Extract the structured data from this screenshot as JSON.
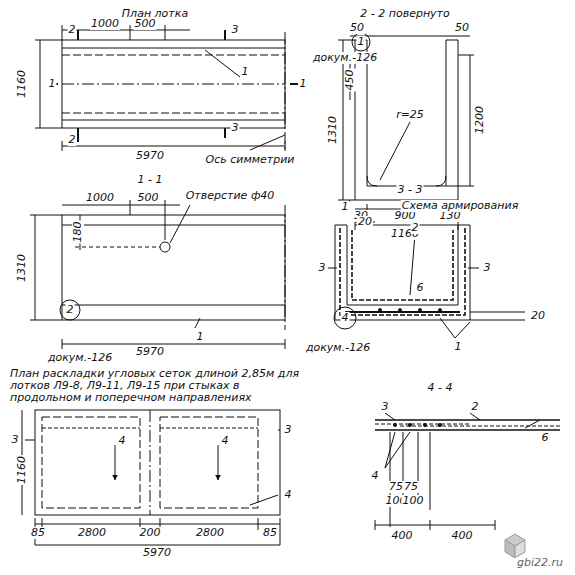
{
  "diagram": {
    "labels": [
      "План лотка",
      "2",
      "1000",
      "500",
      "3",
      "1",
      "1",
      "1",
      "1160",
      "2",
      "3",
      "5970",
      "Ось симметрии",
      "2 - 2 повернуто",
      "50",
      "50",
      "1",
      "докум.-126",
      "450",
      "1310",
      "1200",
      "r=25",
      "1",
      "30",
      "900",
      "130",
      "1160",
      "1 - 1",
      "1000",
      "500",
      "Отверстие ф40",
      "180",
      "1310",
      "2",
      "докум.-126",
      "1",
      "5970",
      "3 - 3",
      "Схема армирования",
      "20",
      "2",
      "3",
      "3",
      "6",
      "4",
      "докум.-126",
      "1",
      "20",
      "План раскладки угловых сеток длиной 2,85м для лотков Л9-8, Л9-11, Л9-15 при стыках в продольном и поперечном направлениях",
      "4 - 4",
      "3",
      "3",
      "1160",
      "4",
      "4",
      "4",
      "85",
      "2800",
      "200",
      "2800",
      "85",
      "5970",
      "3",
      "2",
      "6",
      "4",
      "75",
      "75",
      "100",
      "100",
      "400",
      "400",
      "gbi22.ru"
    ]
  }
}
